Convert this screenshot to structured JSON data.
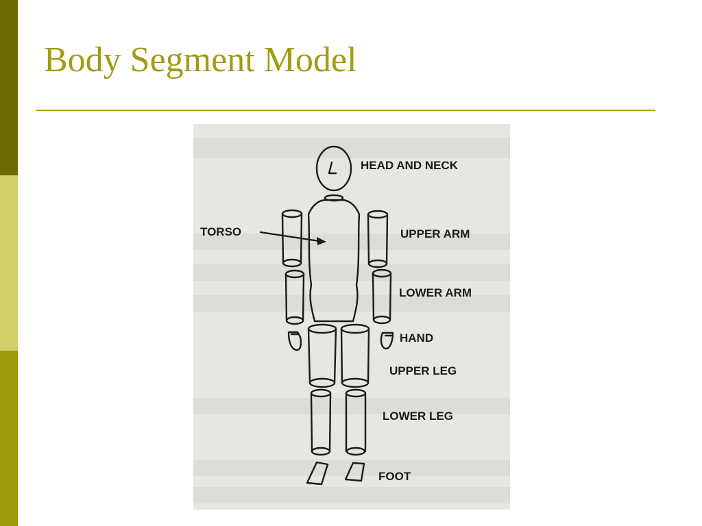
{
  "slide": {
    "title": "Body Segment Model",
    "colors": {
      "title": "#a39b12",
      "rule": "#b3a81e",
      "band_dark": "#6b6b00",
      "band_light": "#cfcf66",
      "band_mid": "#9c9c0a"
    }
  },
  "figure": {
    "labels": {
      "head_and_neck": "HEAD AND NECK",
      "torso": "TORSO",
      "upper_arm": "UPPER ARM",
      "lower_arm": "LOWER ARM",
      "hand": "HAND",
      "upper_leg": "UPPER LEG",
      "lower_leg": "LOWER LEG",
      "foot": "FOOT"
    }
  }
}
